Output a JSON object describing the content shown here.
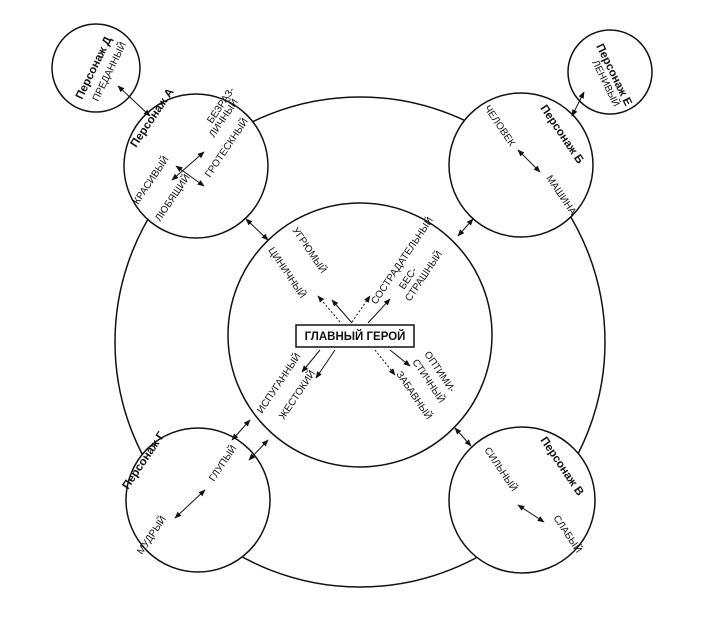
{
  "hero": {
    "label": "ГЛАВНЫЙ ГЕРОЙ"
  },
  "hero_traits": {
    "gloomy": "УГРЮМЫЙ",
    "cynical": "ЦИНИЧНЫЙ",
    "compassionate": "СОСТРАДАТЕЛЬНЫЙ",
    "fearless_1": "БЕС-",
    "fearless_2": "СТРАШНЫЙ",
    "scared": "ИСПУГАННЫЙ",
    "cruel": "ЖЕСТОКИЙ",
    "optimistic_1": "ОПТИМИ-",
    "optimistic_2": "СТИЧНЫЙ",
    "funny": "ЗАБАВНЫЙ"
  },
  "characters": {
    "a": {
      "name": "Персонаж А",
      "traits": {
        "faceless_1": "БЕЗРАЗ-",
        "faceless_2": "ЛИЧНЫЙ",
        "grotesque": "ГРОТЕСКНЫЙ",
        "beautiful": "КРАСИВЫЙ",
        "loving": "ЛЮБЯЩИЙ"
      }
    },
    "b": {
      "name": "Персонаж Б",
      "traits": {
        "human": "ЧЕЛОВЕК",
        "machine": "МАШИНА"
      }
    },
    "v": {
      "name": "Персонаж В",
      "traits": {
        "strong": "СИЛЬНЫЙ",
        "weak": "СЛАБЫЙ"
      }
    },
    "g": {
      "name": "Персонаж Г",
      "traits": {
        "wise": "МУДРЫЙ",
        "stupid": "ГЛУПЫЙ"
      }
    },
    "d": {
      "name": "Персонаж Д",
      "traits": {
        "devoted": "ПРЕДАННЫЙ"
      }
    },
    "e": {
      "name": "Персонаж Е",
      "traits": {
        "lazy": "ЛЕНИВЫЙ"
      }
    }
  }
}
